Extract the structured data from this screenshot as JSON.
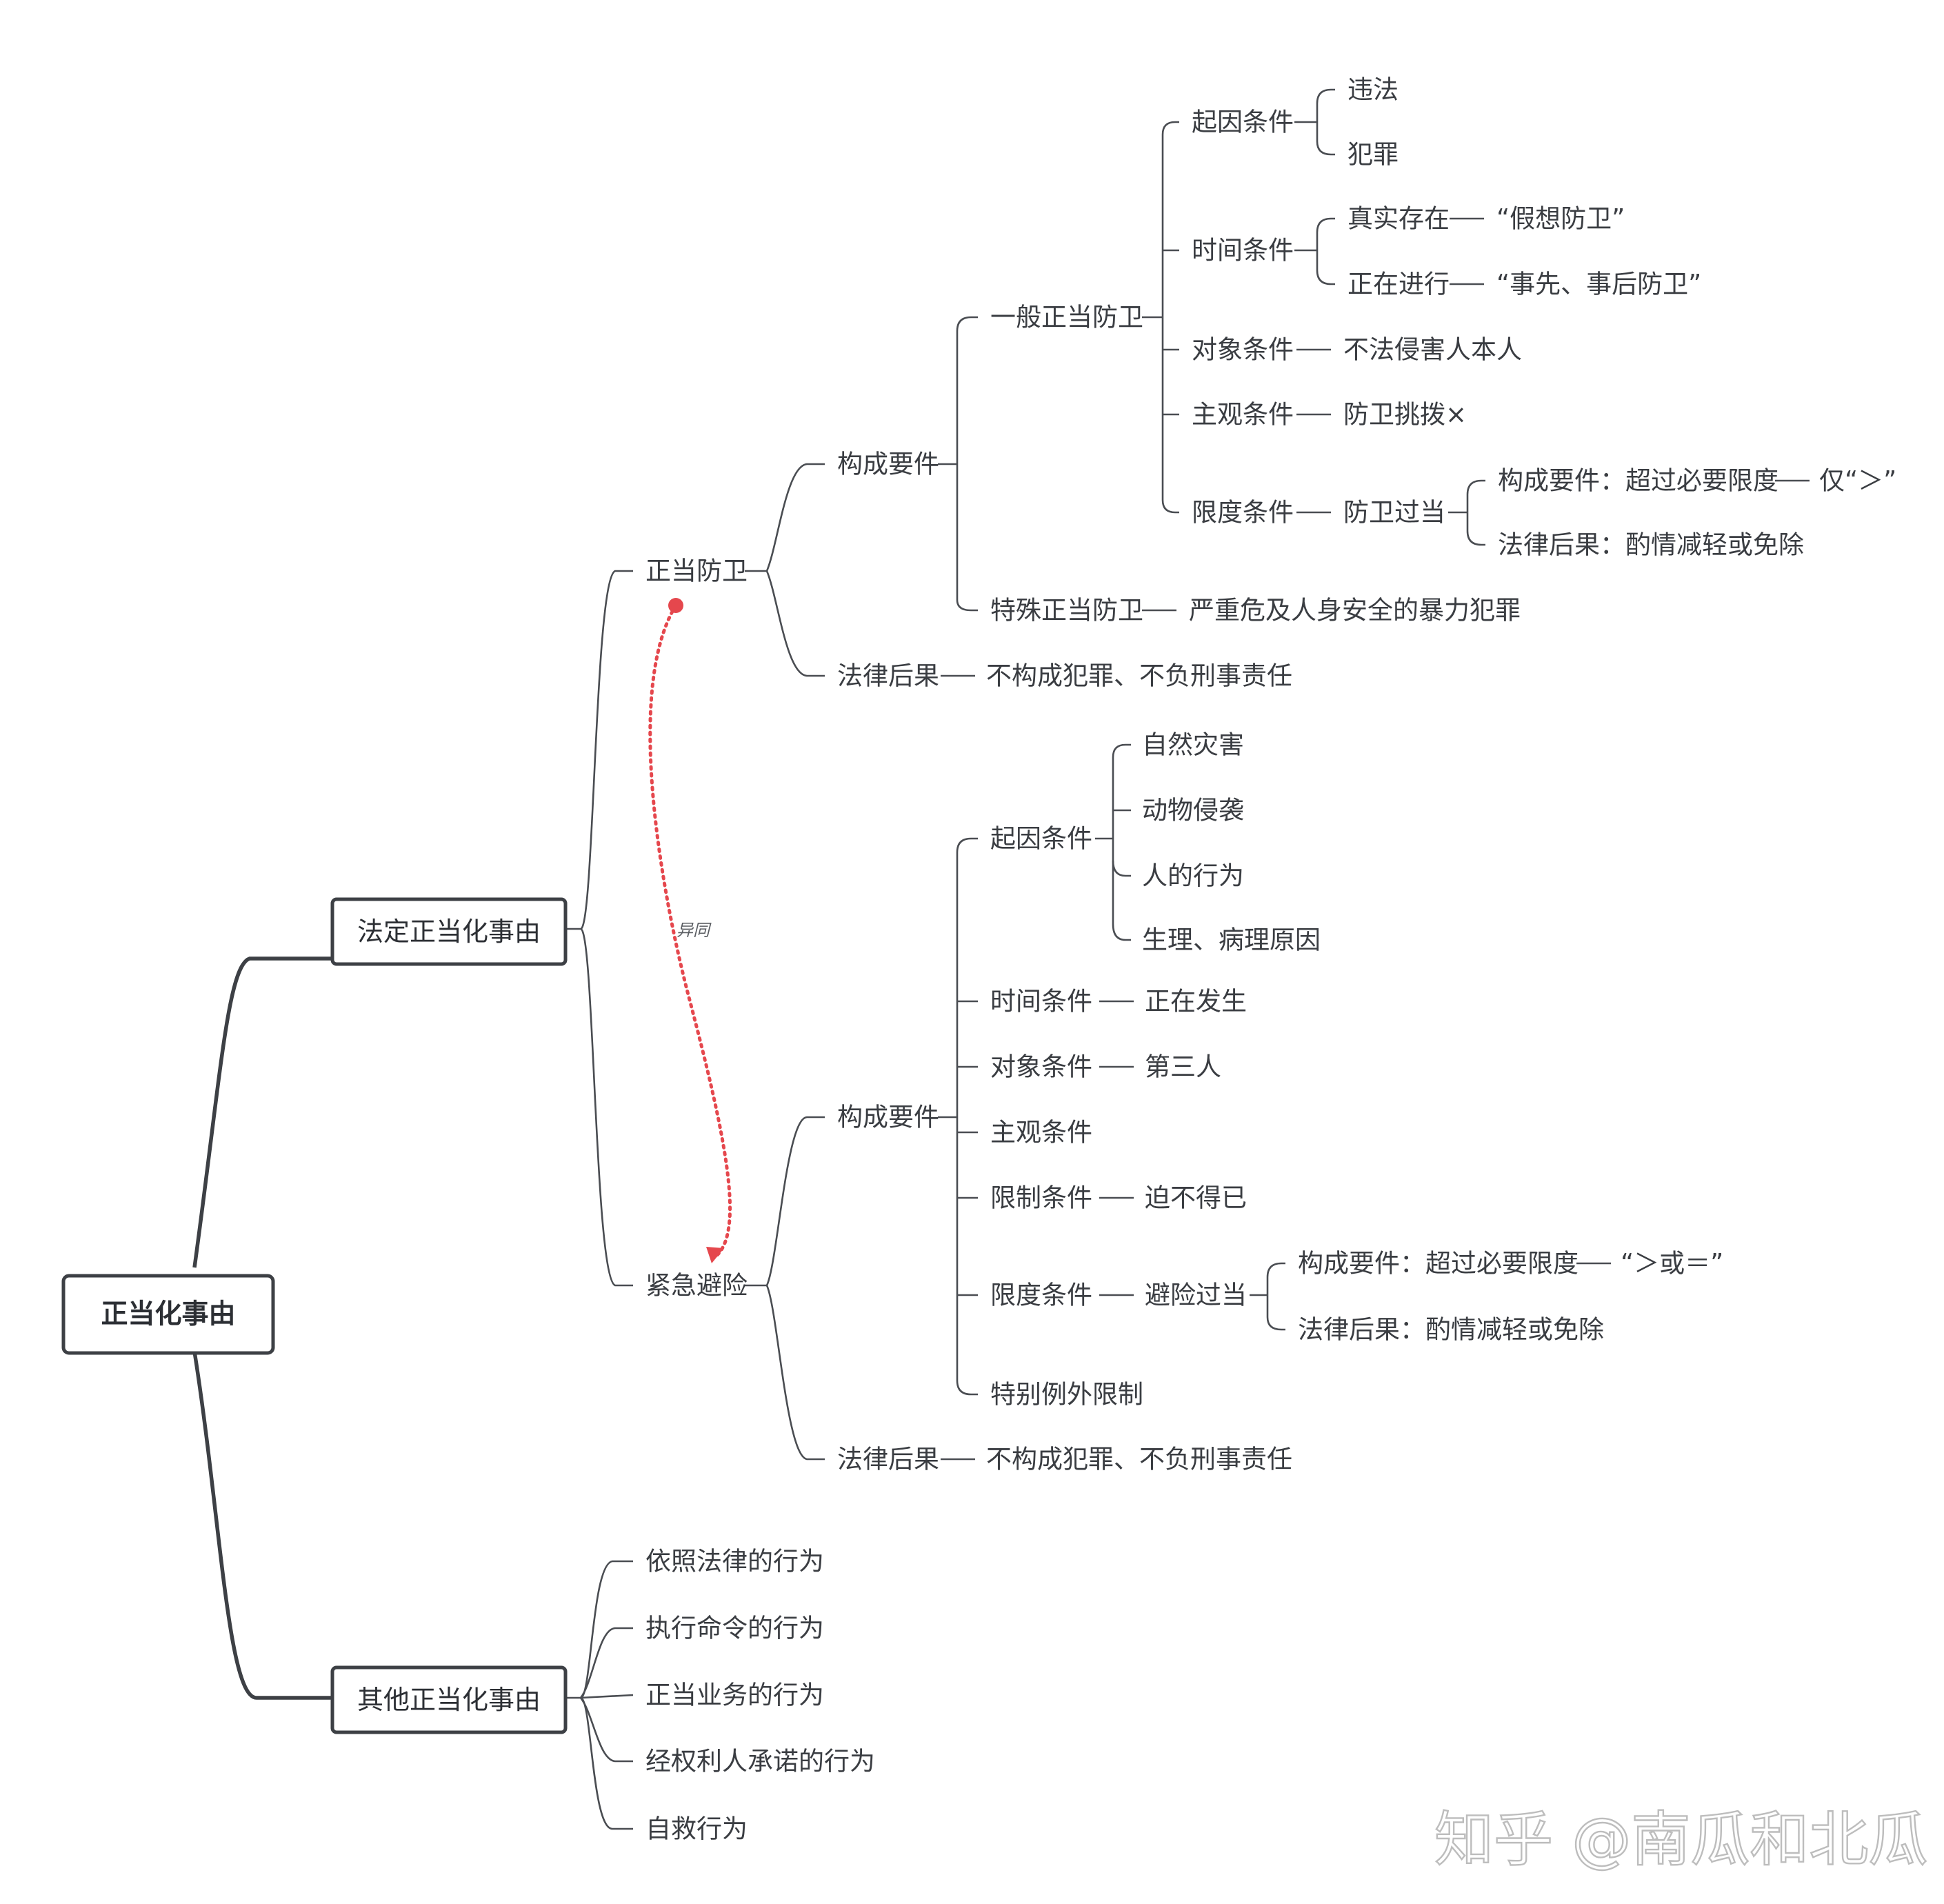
{
  "root": "正当化事由",
  "branches": [
    "法定正当化事由",
    "其他正当化事由"
  ],
  "zhengdang_fangwei": {
    "title": "正当防卫",
    "gouchengyaojian": "构成要件",
    "yiban": "一般正当防卫",
    "qiyin": "起因条件",
    "weifa": "违法",
    "fanzui": "犯罪",
    "shijian": "时间条件",
    "zhenshi": "真实存在",
    "jiaxiang": "“假想防卫”",
    "zhengzai": "正在进行",
    "shixian": "“事先、事后防卫”",
    "duixiang": "对象条件",
    "buqinhai": "不法侵害人本人",
    "zhuguan": "主观条件",
    "tiaobo": "防卫挑拨×",
    "xiandu": "限度条件",
    "guodang": "防卫过当",
    "chaoguo": "构成要件：超过必要限度",
    "jin": "仅“＞”",
    "houguo": "法律后果：酌情减轻或免除",
    "teshu": "特殊正当防卫",
    "baoli": "严重危及人身安全的暴力犯罪",
    "falv": "法律后果",
    "bugoucheng": "不构成犯罪、不负刑事责任"
  },
  "jinji_bixian": {
    "title": "紧急避险",
    "gouchengyaojian": "构成要件",
    "qiyin": "起因条件",
    "ziran": "自然灾害",
    "dongwu": "动物侵袭",
    "ren": "人的行为",
    "shengli": "生理、病理原因",
    "shijian": "时间条件",
    "fasheng": "正在发生",
    "duixiang": "对象条件",
    "disan": "第三人",
    "zhuguan": "主观条件",
    "xianzhi": "限制条件",
    "pobude": "迫不得已",
    "xiandu": "限度条件",
    "guodang": "避险过当",
    "chaoguo": "构成要件：超过必要限度",
    "dayu": "“＞或＝”",
    "houguo": "法律后果：酌情减轻或免除",
    "teli": "特别例外限制",
    "falv": "法律后果",
    "bugoucheng": "不构成犯罪、不负刑事责任"
  },
  "qita": [
    "依照法律的行为",
    "执行命令的行为",
    "正当业务的行为",
    "经权利人承诺的行为",
    "自救行为"
  ],
  "relation_label": "异同",
  "watermark": "知乎 @南瓜和北瓜",
  "colors": {
    "line": "#3d4045",
    "text": "#3a3d42",
    "relation": "#e5474d",
    "watermark": "#bdbdbd"
  }
}
